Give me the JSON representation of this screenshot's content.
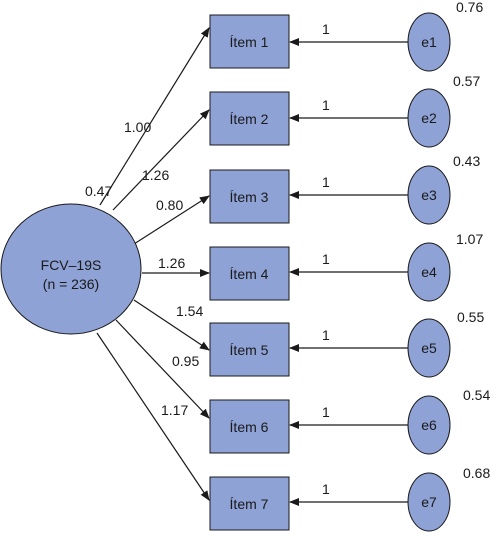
{
  "factor": {
    "name": "FCV–19S",
    "sample": "(n = 236)"
  },
  "items": [
    {
      "label": "Ítem 1",
      "loading": "1.00",
      "error": "e1",
      "fixed": "1",
      "variance": "0.76"
    },
    {
      "label": "Ítem 2",
      "loading": "1.26",
      "error": "e2",
      "fixed": "1",
      "variance": "0.57"
    },
    {
      "label": "Ítem 3",
      "loading": "0.80",
      "error": "e3",
      "fixed": "1",
      "variance": "0.43"
    },
    {
      "label": "Ítem 4",
      "loading": "1.26",
      "error": "e4",
      "fixed": "1",
      "variance": "1.07"
    },
    {
      "label": "Ítem 5",
      "loading": "1.54",
      "error": "e5",
      "fixed": "1",
      "variance": "0.55"
    },
    {
      "label": "Ítem 6",
      "loading": "0.95",
      "error": "e6",
      "fixed": "1",
      "variance": "0.54"
    },
    {
      "label": "Ítem 7",
      "loading": "1.17",
      "error": "e7",
      "fixed": "1",
      "variance": "0.68"
    }
  ],
  "extra_label": "0.47",
  "colors": {
    "fill": "#8ea2d6",
    "stroke": "#1a1a1a"
  }
}
